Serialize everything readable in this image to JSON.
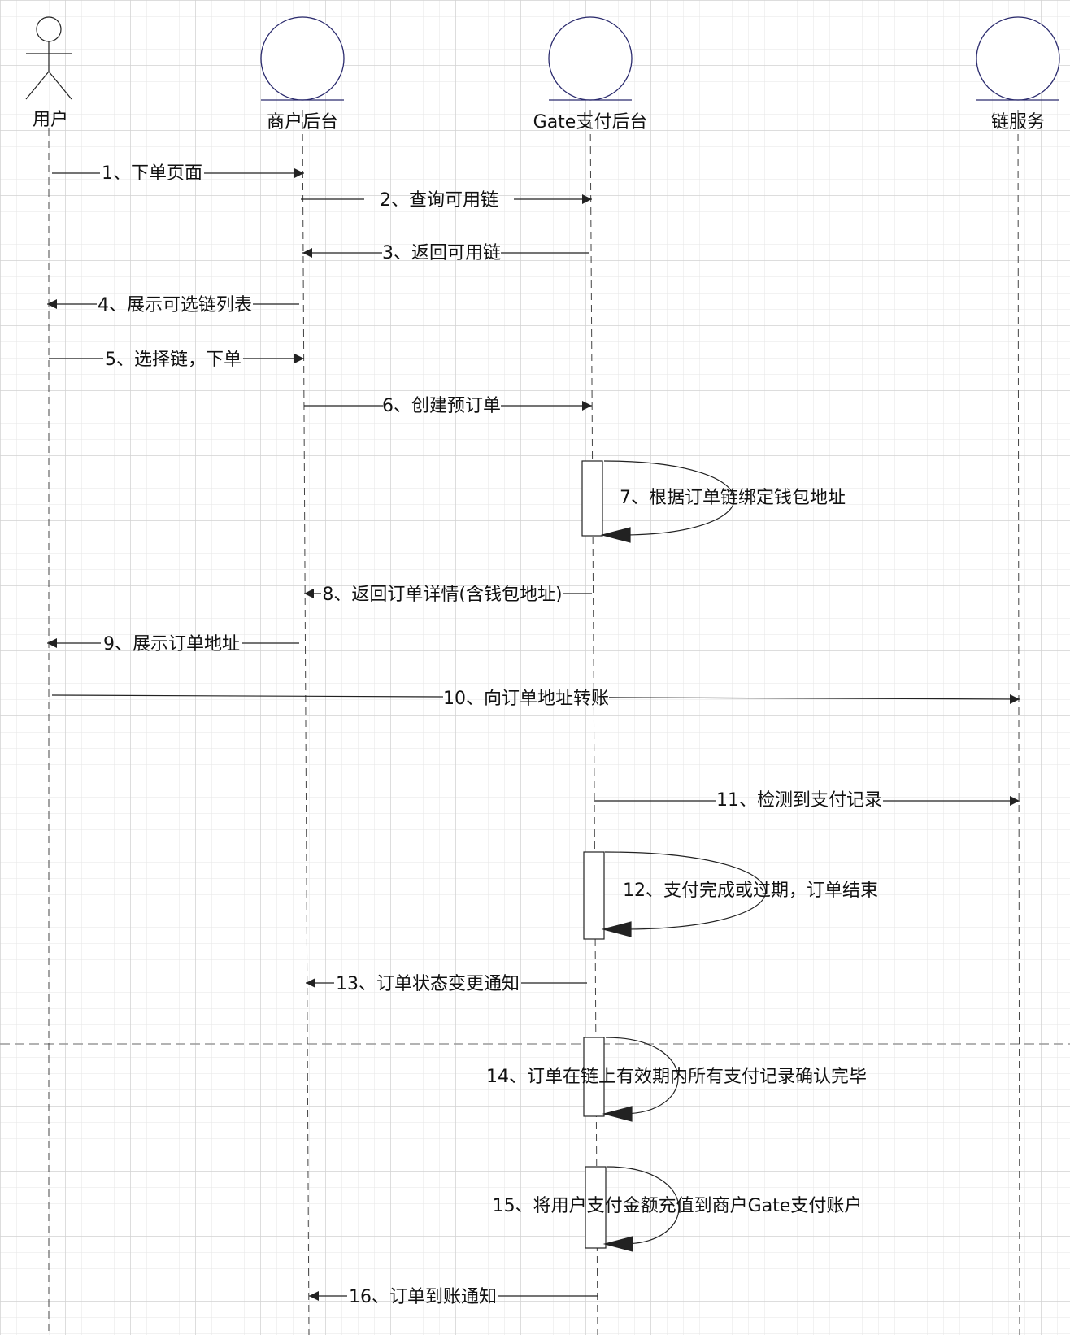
{
  "participants": [
    {
      "id": "user",
      "name": "用户",
      "kind": "actor"
    },
    {
      "id": "merchant",
      "name": "商户后台",
      "kind": "entity"
    },
    {
      "id": "gate",
      "name": "Gate支付后台",
      "kind": "entity"
    },
    {
      "id": "chain",
      "name": "链服务",
      "kind": "entity"
    }
  ],
  "messages": [
    {
      "from": "user",
      "to": "merchant",
      "label": "1、下单页面"
    },
    {
      "from": "merchant",
      "to": "gate",
      "label": "2、查询可用链"
    },
    {
      "from": "gate",
      "to": "merchant",
      "label": "3、返回可用链"
    },
    {
      "from": "merchant",
      "to": "user",
      "label": "4、展示可选链列表"
    },
    {
      "from": "user",
      "to": "merchant",
      "label": "5、选择链，下单"
    },
    {
      "from": "merchant",
      "to": "gate",
      "label": "6、创建预订单"
    },
    {
      "from": "gate",
      "to": "gate",
      "label": "7、根据订单链绑定钱包地址"
    },
    {
      "from": "gate",
      "to": "merchant",
      "label": "8、返回订单详情(含钱包地址)"
    },
    {
      "from": "merchant",
      "to": "user",
      "label": "9、展示订单地址"
    },
    {
      "from": "user",
      "to": "chain",
      "label": "10、向订单地址转账"
    },
    {
      "from": "gate",
      "to": "chain",
      "label": "11、检测到支付记录"
    },
    {
      "from": "gate",
      "to": "gate",
      "label": "12、支付完成或过期，订单结束"
    },
    {
      "from": "gate",
      "to": "merchant",
      "label": "13、订单状态变更通知"
    },
    {
      "from": "gate",
      "to": "gate",
      "label": "14、订单在链上有效期内所有支付记录确认完毕"
    },
    {
      "from": "gate",
      "to": "gate",
      "label": "15、将用户支付金额充值到商户Gate支付账户"
    },
    {
      "from": "gate",
      "to": "merchant",
      "label": "16、订单到账通知"
    }
  ],
  "colors": {
    "line": "#222222",
    "participant_stroke": "#2b2b6e",
    "grid_minor": "#e3e3e3",
    "grid_major": "#cfcfcf",
    "divider": "#9a9a9a"
  }
}
